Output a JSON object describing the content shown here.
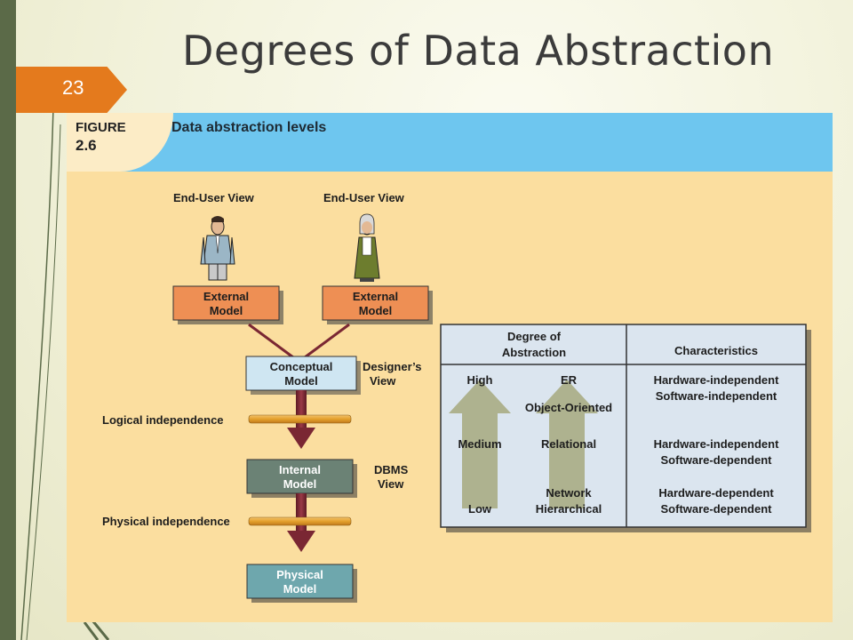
{
  "slide": {
    "title": "Degrees of Data Abstraction",
    "number": "23"
  },
  "figure": {
    "label_line1": "FIGURE",
    "label_line2": "2.6",
    "caption": "Data abstraction levels"
  },
  "diagram": {
    "end_user_view_left": "End-User View",
    "end_user_view_right": "End-User View",
    "external_model_left": [
      "External",
      "Model"
    ],
    "external_model_right": [
      "External",
      "Model"
    ],
    "conceptual_model": [
      "Conceptual",
      "Model"
    ],
    "designers_view": [
      "Designer’s",
      "View"
    ],
    "logical_independence": "Logical independence",
    "internal_model": [
      "Internal",
      "Model"
    ],
    "dbms_view": [
      "DBMS",
      "View"
    ],
    "physical_independence": "Physical independence",
    "physical_model": [
      "Physical",
      "Model"
    ]
  },
  "table": {
    "header_degree": [
      "Degree of",
      "Abstraction"
    ],
    "header_characteristics": "Characteristics",
    "levels": {
      "high": "High",
      "medium": "Medium",
      "low": "Low"
    },
    "models": {
      "er": "ER",
      "object_oriented": "Object-Oriented",
      "relational": "Relational",
      "network": "Network",
      "hierarchical": "Hierarchical"
    },
    "characteristics": [
      [
        "Hardware-independent",
        "Software-independent"
      ],
      [
        "Hardware-independent",
        "Software-dependent"
      ],
      [
        "Hardware-dependent",
        "Software-dependent"
      ]
    ]
  },
  "colors": {
    "orange_tab": "#e47a1d",
    "header_blue": "#6ec6ef",
    "panel_yellow": "#fbde9f",
    "external_orange": "#ee8f54",
    "conceptual_blue": "#cfe6f2",
    "internal_gray": "#6b8275",
    "physical_teal": "#6ea7ad",
    "arrow_maroon": "#7a2733",
    "table_bg": "#dbe5ef"
  }
}
